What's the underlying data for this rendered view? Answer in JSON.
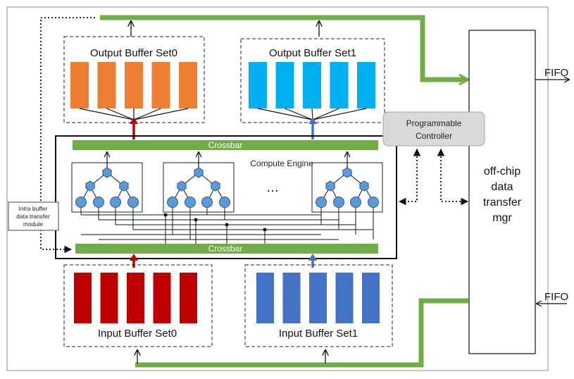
{
  "blocks": {
    "output_buffer_0": "Output Buffer Set0",
    "output_buffer_1": "Output Buffer Set1",
    "input_buffer_0": "Input Buffer Set0",
    "input_buffer_1": "Input Buffer Set1",
    "crossbar_top": "Crossbar",
    "crossbar_bottom": "Crossbar",
    "compute_engine": "Compute Engine",
    "ellipsis": "…",
    "programmable_controller": [
      "Programmable",
      "Controller"
    ],
    "offchip_mgr": [
      "off-chip",
      "data",
      "transfer",
      "mgr"
    ],
    "intra_buffer_module": [
      "Intra buffer",
      "data transfer",
      "module"
    ],
    "fifo_out": "FIFO",
    "fifo_in": "FIFO"
  },
  "colors": {
    "output_buffer_0": "#ED7D31",
    "output_buffer_1": "#00B0F0",
    "input_buffer_0": "#C00000",
    "input_buffer_1": "#4472C4",
    "crossbar": "#70AD47",
    "bus": "#70AD47",
    "pe_node": "#5B9BD5",
    "controller_fill": "#D9D9D9",
    "arrow_red": "#C00000",
    "arrow_blue": "#4472C4"
  },
  "buffer_bar_count": 5,
  "pe_tree_count": 3
}
